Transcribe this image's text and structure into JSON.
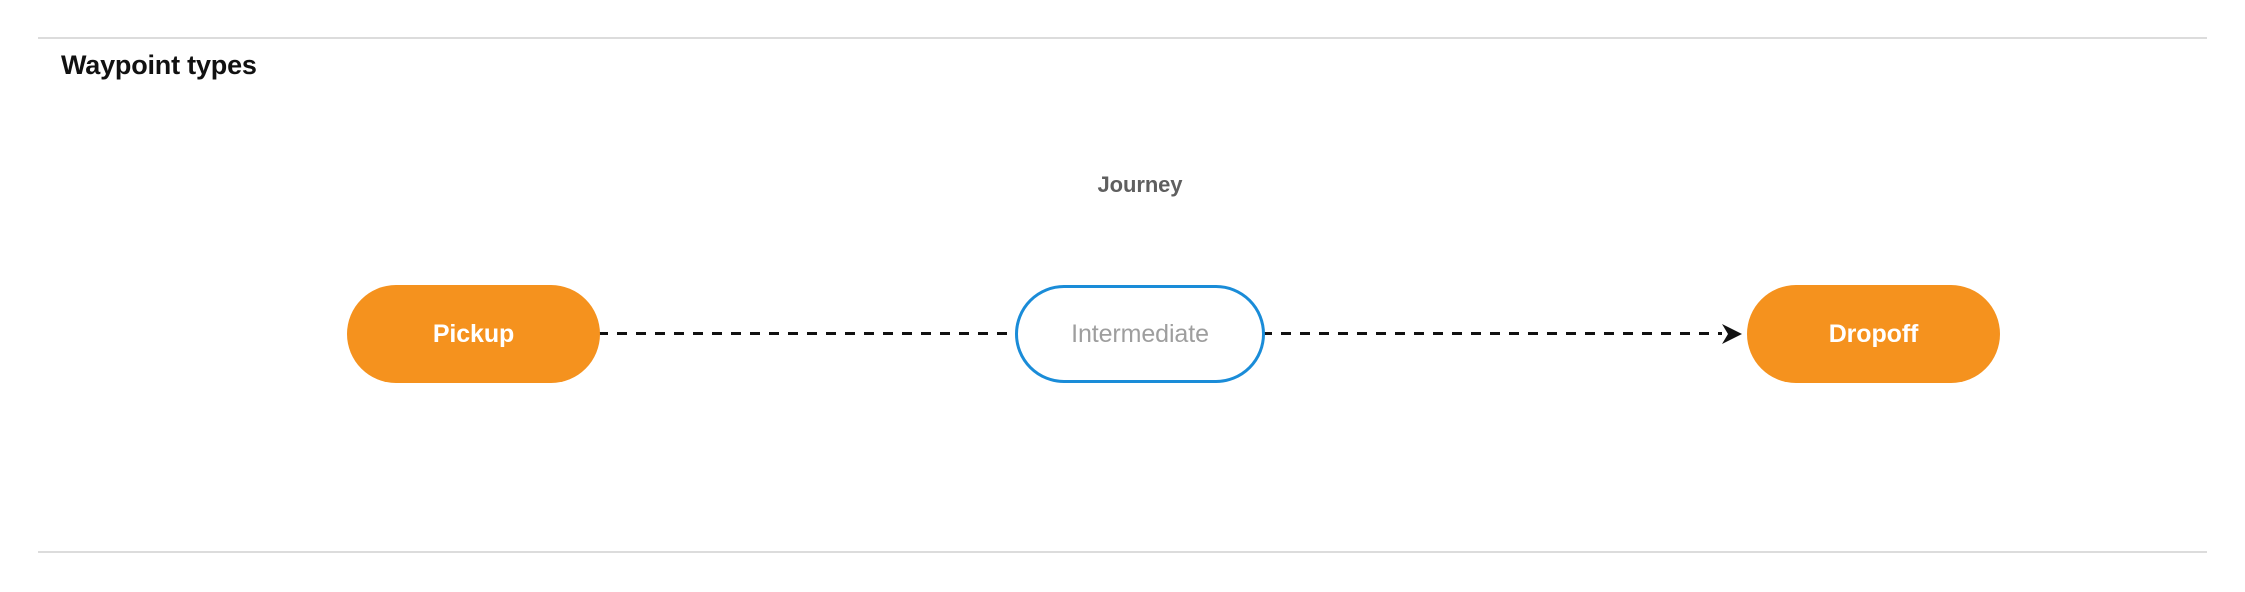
{
  "section": {
    "title": "Waypoint types"
  },
  "diagram": {
    "group_label": "Journey",
    "nodes": [
      {
        "id": "pickup",
        "label": "Pickup",
        "style": "filled",
        "fill": "#F5921E",
        "text_color": "#FFFFFF"
      },
      {
        "id": "intermediate",
        "label": "Intermediate",
        "style": "outlined",
        "fill": "#FFFFFF",
        "border_color": "#1A8CD8",
        "text_color": "#9E9E9E"
      },
      {
        "id": "dropoff",
        "label": "Dropoff",
        "style": "filled",
        "fill": "#F5921E",
        "text_color": "#FFFFFF"
      }
    ],
    "edges": [
      {
        "from": "pickup",
        "to": "intermediate",
        "style": "dashed",
        "arrow": false,
        "color": "#111111"
      },
      {
        "from": "intermediate",
        "to": "dropoff",
        "style": "dashed",
        "arrow": true,
        "color": "#111111"
      }
    ]
  },
  "colors": {
    "divider": "#DCDCDC",
    "accent_orange": "#F5921E",
    "accent_blue": "#1A8CD8",
    "title_text": "#111111",
    "muted_text": "#5F5F5F"
  }
}
